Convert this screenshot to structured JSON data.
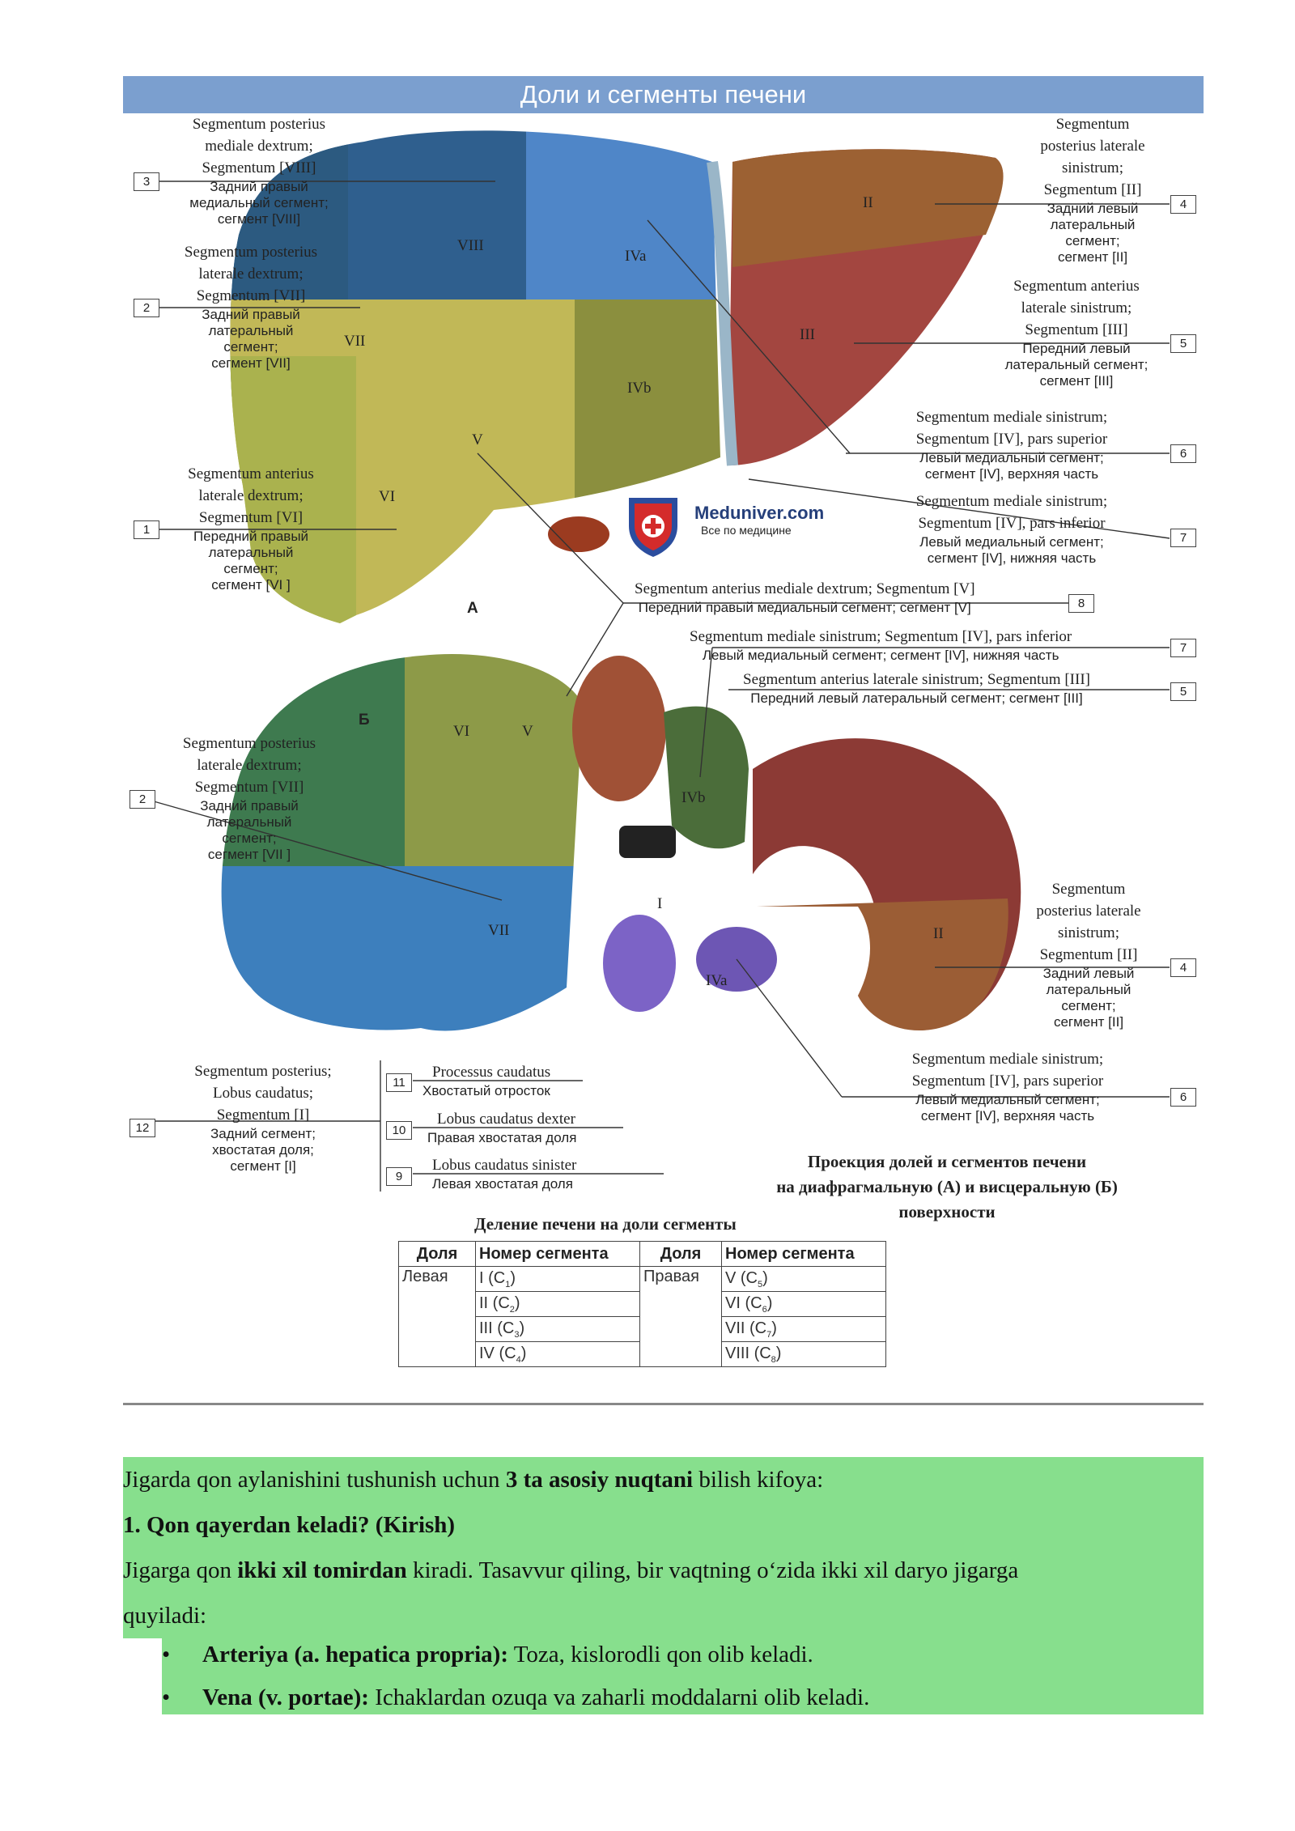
{
  "figure": {
    "title": "Доли и сегменты печени",
    "letter_a": "А",
    "letter_b": "Б",
    "watermark": {
      "name": "Meduniver.com",
      "tagline": "Все по медицине"
    },
    "roman_labels_a": [
      "VIII",
      "IVa",
      "II",
      "VII",
      "III",
      "IVb",
      "V",
      "VI"
    ],
    "roman_labels_b": [
      "VI",
      "V",
      "IVb",
      "VII",
      "I",
      "II",
      "IVa"
    ],
    "labels_left": [
      {
        "num": "3",
        "latin": [
          "Segmentum posterius",
          "mediale dextrum;",
          "Segmentum [VIII]"
        ],
        "russian": [
          "Задний правый",
          "медиальный сегмент;",
          "сегмент [VIII]"
        ]
      },
      {
        "num": "2",
        "latin": [
          "Segmentum posterius",
          "laterale dextrum;",
          "Segmentum [VII]"
        ],
        "russian": [
          "Задний правый",
          "латеральный",
          "сегмент;",
          "сегмент [VII]"
        ]
      },
      {
        "num": "1",
        "latin": [
          "Segmentum anterius",
          "laterale dextrum;",
          "Segmentum [VI]"
        ],
        "russian": [
          "Передний правый",
          "латеральный",
          "сегмент;",
          "сегмент [VI ]"
        ]
      },
      {
        "num": "2",
        "latin": [
          "Segmentum posterius",
          "laterale dextrum;",
          "Segmentum [VII]"
        ],
        "russian": [
          "Задний правый",
          "латеральный",
          "сегмент;",
          "сегмент [VII ]"
        ]
      },
      {
        "num": "12",
        "latin": [
          "Segmentum posterius;",
          "Lobus caudatus;",
          "Segmentum [I]"
        ],
        "russian": [
          "Задний сегмент;",
          "хвостатая доля;",
          "сегмент [I]"
        ]
      }
    ],
    "labels_right": [
      {
        "num": "4",
        "latin": [
          "Segmentum",
          "posterius laterale",
          "sinistrum;",
          "Segmentum [II]"
        ],
        "russian": [
          "Задний левый",
          "латеральный",
          "сегмент;",
          "сегмент [II]"
        ]
      },
      {
        "num": "5",
        "latin": [
          "Segmentum anterius",
          "laterale sinistrum;",
          "Segmentum [III]"
        ],
        "russian": [
          "Передний левый",
          "латеральный сегмент;",
          "сегмент [III]"
        ]
      },
      {
        "num": "6",
        "latin": [
          "Segmentum mediale sinistrum;",
          "Segmentum [IV], pars superior"
        ],
        "russian": [
          "Левый медиальный сегмент;",
          "сегмент [IV], верхняя часть"
        ]
      },
      {
        "num": "7",
        "latin": [
          "Segmentum mediale sinistrum;",
          "Segmentum [IV], pars inferior"
        ],
        "russian": [
          "Левый медиальный сегмент;",
          "сегмент [IV], нижняя часть"
        ]
      },
      {
        "num": "4",
        "latin": [
          "Segmentum",
          "posterius laterale",
          "sinistrum;",
          "Segmentum [II]"
        ],
        "russian": [
          "Задний левый",
          "латеральный",
          "сегмент;",
          "сегмент [II]"
        ]
      },
      {
        "num": "6",
        "latin": [
          "Segmentum mediale sinistrum;",
          "Segmentum [IV], pars superior"
        ],
        "russian": [
          "Левый медиальный сегмент;",
          "сегмент [IV], верхняя часть"
        ]
      }
    ],
    "labels_middle": [
      {
        "num": "8",
        "latin": "Segmentum anterius mediale dextrum; Segmentum [V]",
        "russian": "Передний правый медиальный сегмент; сегмент [V]"
      },
      {
        "num": "7",
        "latin": "Segmentum mediale sinistrum; Segmentum [IV], pars inferior",
        "russian": "Левый медиальный сегмент; сегмент [IV], нижняя часть"
      },
      {
        "num": "5",
        "latin": "Segmentum anterius laterale sinistrum; Segmentum [III]",
        "russian": "Передний левый латеральный сегмент; сегмент [III]"
      }
    ],
    "labels_caudate": [
      {
        "num": "11",
        "latin": "Processus caudatus",
        "russian": "Хвостатый отросток"
      },
      {
        "num": "10",
        "latin": "Lobus caudatus dexter",
        "russian": "Правая хвостатая доля"
      },
      {
        "num": "9",
        "latin": "Lobus caudatus sinister",
        "russian": "Левая хвостатая доля"
      }
    ],
    "caption": [
      "Проекция долей и сегментов печени",
      "на диафрагмальную (А) и висцеральную (Б)",
      "поверхности"
    ],
    "table_title": "Деление печени на доли сегменты",
    "table": {
      "headers": [
        "Доля",
        "Номер сегмента",
        "Доля",
        "Номер сегмента"
      ],
      "left_lobe": "Левая",
      "right_lobe": "Правая",
      "left_segments": [
        [
          "I (C",
          "1",
          ")"
        ],
        [
          "II (C",
          "2",
          ")"
        ],
        [
          "III (C",
          "3",
          ")"
        ],
        [
          "IV (C",
          "4",
          ")"
        ]
      ],
      "right_segments": [
        [
          "V (C",
          "5",
          ")"
        ],
        [
          "VI (C",
          "6",
          ")"
        ],
        [
          "VII (C",
          "7",
          ")"
        ],
        [
          "VIII (C",
          "8",
          ")"
        ]
      ]
    }
  },
  "text": {
    "line1_pre": "Jigarda qon aylanishini tushunish uchun ",
    "line1_bold": "3 ta asosiy nuqtani",
    "line1_post": " bilish kifoya:",
    "heading": "1. Qon qayerdan keladi? (Kirish)",
    "para_pre": "Jigarga qon ",
    "para_bold": "ikki xil tomirdan",
    "para_post": " kiradi. Tasavvur qiling, bir vaqtning o‘zida ikki xil daryo jigarga",
    "para_line2": "quyiladi:",
    "bullet1_bold": "Arteriya (a. hepatica propria):",
    "bullet1_text": " Toza, kislorodli qon olib keladi.",
    "bullet2_bold": "Vena (v. portae):",
    "bullet2_text": " Ichaklardan ozuqa va zaharli moddalarni olib keladi.",
    "bullet_glyph": "•"
  },
  "colors": {
    "banner": "#7b9fcf",
    "highlight": "#87df8d"
  }
}
